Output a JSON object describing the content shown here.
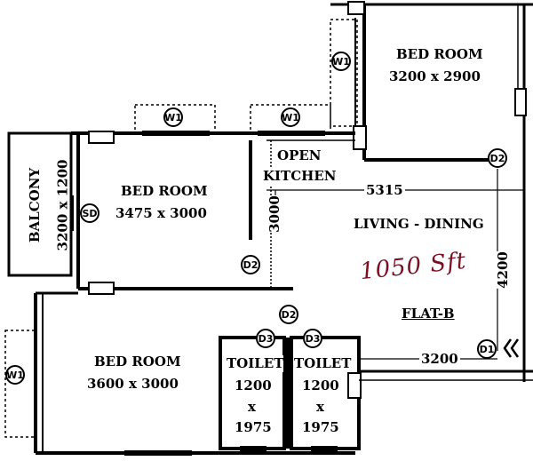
{
  "rooms": {
    "bedroom_top": {
      "name": "BED ROOM",
      "size": "3200 x 2900"
    },
    "bedroom_mid": {
      "name": "BED ROOM",
      "size": "3475 x 3000"
    },
    "bedroom_bottom": {
      "name": "BED ROOM",
      "size": "3600 x 3000"
    },
    "balcony": {
      "name": "BALCONY",
      "size": "3200 x 1200"
    },
    "open_kitchen": {
      "line1": "OPEN",
      "line2": "KITCHEN"
    },
    "living_dining": {
      "name": "LIVING - DINING"
    },
    "toilet_left": {
      "name": "TOILET",
      "w": "1200",
      "x": "x",
      "h": "1975"
    },
    "toilet_right": {
      "name": "TOILET",
      "w": "1200",
      "x": "x",
      "h": "1975"
    }
  },
  "dimensions": {
    "d5315": "5315",
    "d4200": "4200",
    "d3200": "3200",
    "d3000": "3000"
  },
  "tags": {
    "w1": "W1",
    "d2": "D2",
    "d3": "D3",
    "d1": "D1",
    "sd": "SD"
  },
  "flat_label": "FLAT-B",
  "handwritten_area": "1050 Sft"
}
